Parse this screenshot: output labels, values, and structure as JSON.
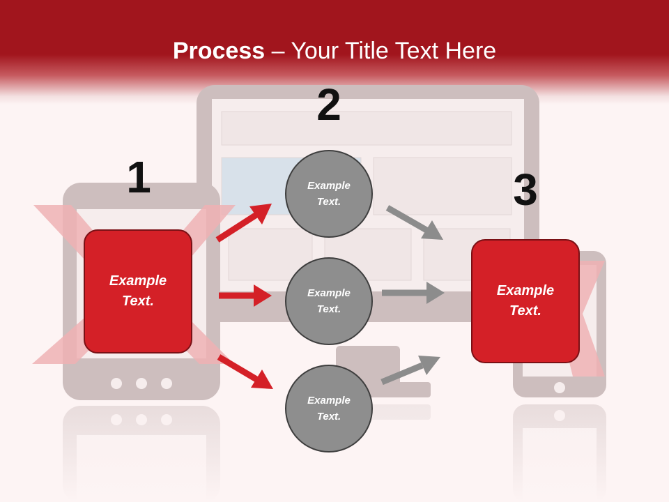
{
  "slide": {
    "title_bold": "Process",
    "title_rest": " – Your Title Text Here"
  },
  "steps": {
    "step1_number": "1",
    "step2_number": "2",
    "step3_number": "3"
  },
  "boxes": {
    "left_text": "Example\nText.",
    "right_text": "Example\nText."
  },
  "circles": {
    "top_text": "Example\nText.",
    "middle_text": "Example\nText.",
    "bottom_text": "Example\nText."
  },
  "colors": {
    "header": "#a1151d",
    "accent_red": "#d42027",
    "circle_gray": "#8e8e8e",
    "arrow_red": "#d42027",
    "arrow_gray": "#8c8c8c"
  }
}
